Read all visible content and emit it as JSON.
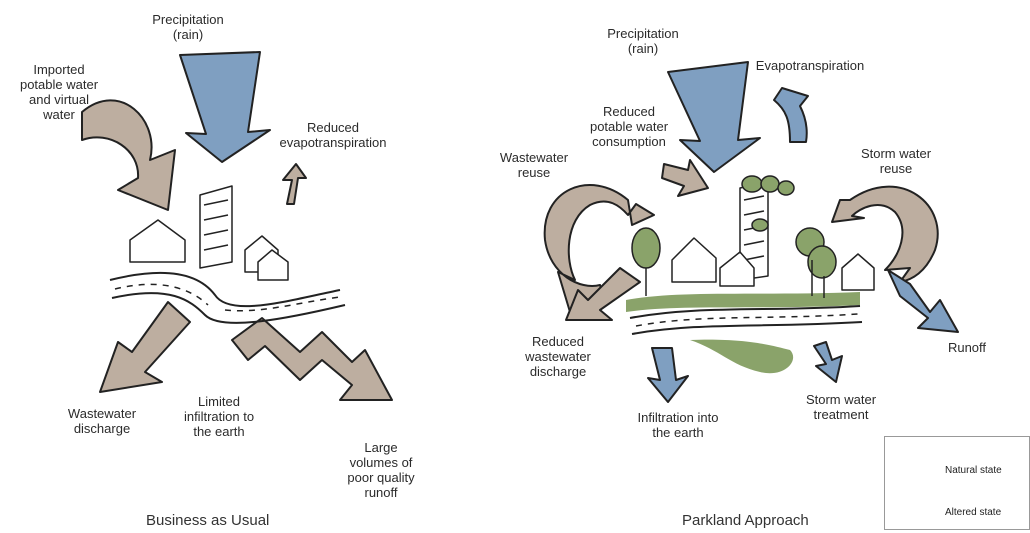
{
  "colors": {
    "natural": "#7f9fc1",
    "altered": "#bdaea0",
    "vegetation": "#8aa36a",
    "line": "#222222"
  },
  "left_panel": {
    "caption": "Business as Usual",
    "labels": {
      "precipitation": "Precipitation\n(rain)",
      "imported": "Imported\npotable water\nand virtual\nwater",
      "reduced_evap": "Reduced\nevapotranspiration",
      "wastewater_discharge": "Wastewater\ndischarge",
      "limited_infiltration": "Limited\ninfiltration to\nthe earth",
      "large_runoff": "Large\nvolumes of\npoor quality\nrunoff"
    }
  },
  "right_panel": {
    "caption": "Parkland Approach",
    "labels": {
      "precipitation": "Precipitation\n(rain)",
      "evapotranspiration": "Evapotranspiration",
      "reduced_potable": "Reduced\npotable water\nconsumption",
      "wastewater_reuse": "Wastewater\nreuse",
      "storm_reuse": "Storm water\nreuse",
      "reduced_wastewater": "Reduced\nwastewater\ndischarge",
      "runoff": "Runoff",
      "infiltration": "Infiltration into\nthe earth",
      "storm_treatment": "Storm water\ntreatment"
    }
  },
  "legend": {
    "natural": "Natural state",
    "altered": "Altered state"
  }
}
